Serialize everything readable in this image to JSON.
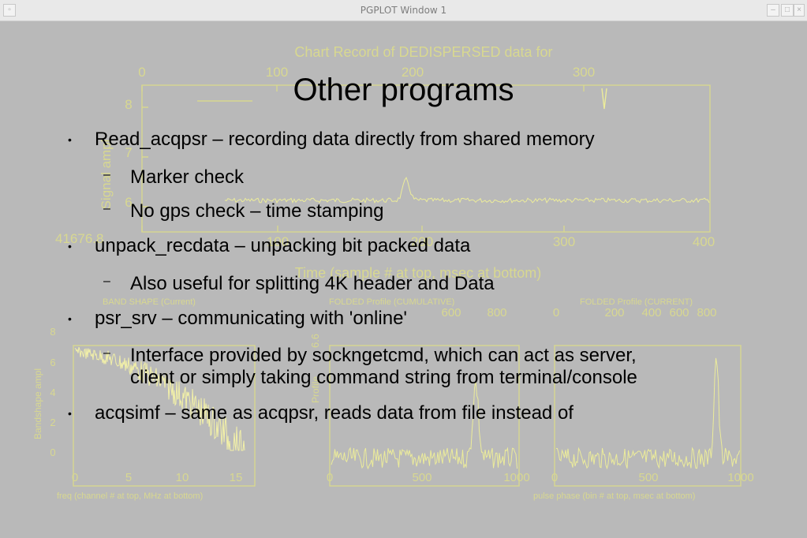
{
  "window": {
    "title": "PGPLOT Window 1"
  },
  "background_plot": {
    "top_chart": {
      "title": "Chart Record of DEDISPERSED data for",
      "top_ticks": [
        "0",
        "100",
        "200",
        "300"
      ],
      "bottom_ticks": [
        "41676.8",
        "100",
        "200",
        "300",
        "400"
      ],
      "y_ticks": [
        "8",
        "7",
        "6"
      ],
      "ylabel": "Signal ampl",
      "xlabel": "Time (sample # at top, msec at bottom)"
    },
    "band_shape": {
      "title": "BAND SHAPE (Current)",
      "x_ticks": [
        "0",
        "5",
        "10",
        "15"
      ],
      "y_ticks": [
        "8",
        "6",
        "4",
        "2",
        "0"
      ],
      "ylabel": "Bandshape ampl",
      "xlabel": "freq (channel # at top, MHz at bottom)"
    },
    "folded_cumulative": {
      "title": "FOLDED Profile (CUMULATIVE)",
      "top_ticks": [
        "600",
        "800"
      ],
      "x_ticks": [
        "0",
        "500",
        "1000"
      ],
      "y_ticks": [
        "6.6"
      ],
      "ylabel": "Profile"
    },
    "folded_current": {
      "title": "FOLDED Profile (CURRENT)",
      "top_ticks": [
        "0",
        "200",
        "400",
        "600",
        "800"
      ],
      "x_ticks": [
        "0",
        "500",
        "1000"
      ],
      "xlabel": "pulse phase (bin # at top, msec at bottom)"
    },
    "colors": {
      "plot": "#d8d890",
      "trace": "#ecec9a",
      "band_fill": "#f2f0a8"
    }
  },
  "slide": {
    "title": "Other programs",
    "bullet_glyph": "•",
    "dash_glyph": "–",
    "items": [
      {
        "text": "Read_acqpsr – recording data directly from shared memory"
      },
      {
        "text": "Marker check"
      },
      {
        "text": "No gps check – time stamping"
      },
      {
        "text": "unpack_recdata – unpacking bit packed data"
      },
      {
        "text": "Also useful for splitting 4K header and Data"
      },
      {
        "text": "psr_srv – communicating with 'online'"
      },
      {
        "text": "Interface provided by sockngetcmd, which can act as server,"
      },
      {
        "text": "client or simply taking command string from terminal/console"
      },
      {
        "text": "acqsimf – same as acqpsr, reads data from file instead of"
      }
    ]
  }
}
